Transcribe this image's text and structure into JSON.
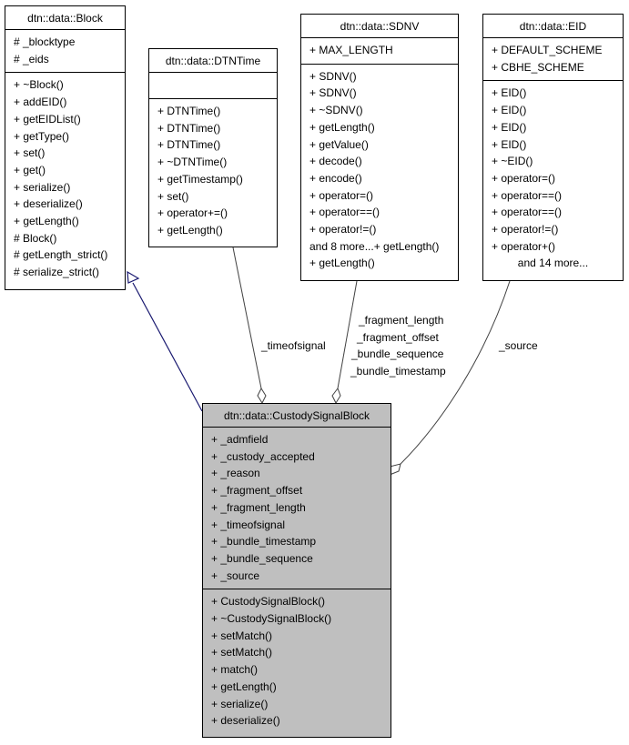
{
  "classes": {
    "block": {
      "title": "dtn::data::Block",
      "attributes": [
        "# _blocktype",
        "# _eids"
      ],
      "methods": [
        "+ ~Block()",
        "+ addEID()",
        "+ getEIDList()",
        "+ getType()",
        "+ set()",
        "+ get()",
        "+ serialize()",
        "+ deserialize()",
        "+ getLength()",
        "# Block()",
        "# getLength_strict()",
        "# serialize_strict()"
      ]
    },
    "dtntime": {
      "title": "dtn::data::DTNTime",
      "attributes": [],
      "methods": [
        "+ DTNTime()",
        "+ DTNTime()",
        "+ DTNTime()",
        "+ ~DTNTime()",
        "+ getTimestamp()",
        "+ set()",
        "+ operator+=()",
        "+ getLength()"
      ]
    },
    "sdnv": {
      "title": "dtn::data::SDNV",
      "attributes": [
        "+ MAX_LENGTH"
      ],
      "methods": [
        "+ SDNV()",
        "+ SDNV()",
        "+ ~SDNV()",
        "+ getLength()",
        "+ getValue()",
        "+ decode()",
        "+ encode()",
        "+ operator=()",
        "+ operator==()",
        "+ operator!=()",
        "and 8 more...+ getLength()",
        "+ getLength()"
      ]
    },
    "eid": {
      "title": "dtn::data::EID",
      "attributes": [
        "+ DEFAULT_SCHEME",
        "+ CBHE_SCHEME"
      ],
      "methods": [
        "+ EID()",
        "+ EID()",
        "+ EID()",
        "+ EID()",
        "+ ~EID()",
        "+ operator=()",
        "+ operator==()",
        "+ operator==()",
        "+ operator!=()",
        "+ operator+()",
        "and 14 more..."
      ]
    },
    "custody": {
      "title": "dtn::data::CustodySignalBlock",
      "attributes": [
        "+ _admfield",
        "+ _custody_accepted",
        "+ _reason",
        "+ _fragment_offset",
        "+ _fragment_length",
        "+ _timeofsignal",
        "+ _bundle_timestamp",
        "+ _bundle_sequence",
        "+ _source"
      ],
      "methods": [
        "+ CustodySignalBlock()",
        "+ ~CustodySignalBlock()",
        "+ setMatch()",
        "+ setMatch()",
        "+ match()",
        "+ getLength()",
        "+ serialize()",
        "+ deserialize()"
      ]
    }
  },
  "edges": {
    "timeofsignal": "_timeofsignal",
    "sdnv_labels": [
      "_fragment_length",
      "_fragment_offset",
      "_bundle_sequence",
      "_bundle_timestamp"
    ],
    "source": "_source"
  },
  "colors": {
    "inheritance": "#191970",
    "association": "#404040",
    "highlight_fill": "#bfbfbf"
  }
}
